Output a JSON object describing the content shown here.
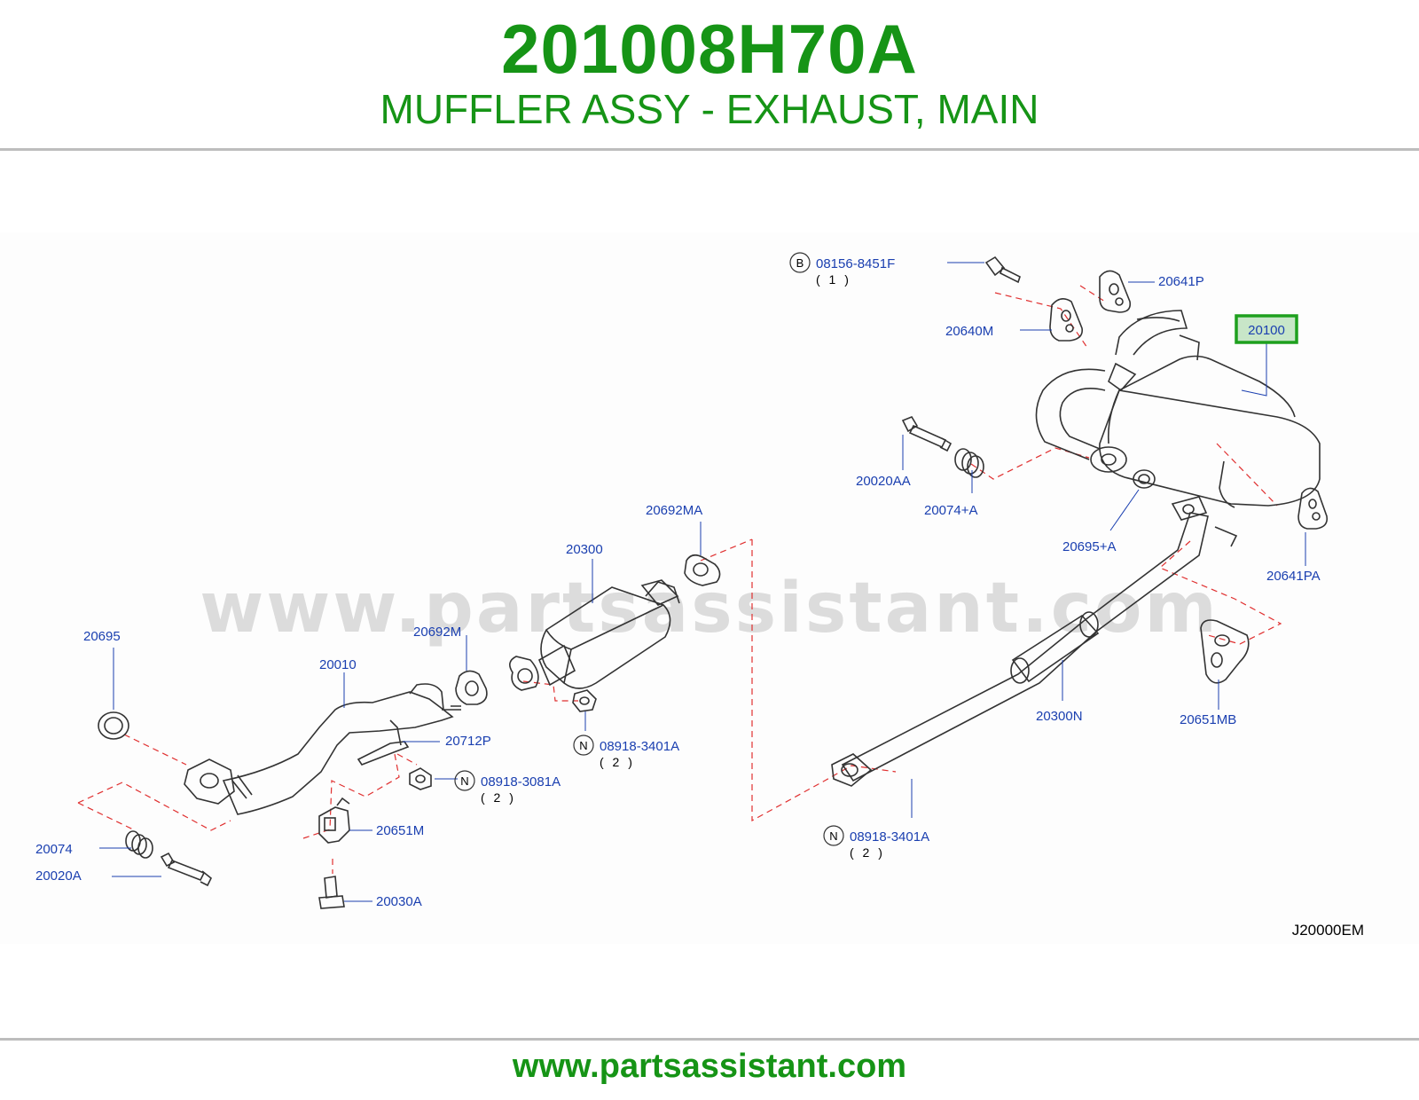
{
  "header": {
    "part_number": "201008H70A",
    "description": "MUFFLER ASSY - EXHAUST, MAIN"
  },
  "footer": {
    "url": "www.partsassistant.com"
  },
  "watermark": "www.partsassistant.com",
  "diagram_code": "J20000EM",
  "colors": {
    "title_green": "#169416",
    "label_blue": "#1a3fb0",
    "highlight_green": "#1ea01e",
    "highlight_fill": "#c8e6c8",
    "dash_red": "#e03030"
  },
  "callouts": {
    "l_08156_8451F": {
      "marker": "B",
      "label": "08156-8451F",
      "qty": "( 1 )"
    },
    "l_20641P": "20641P",
    "l_20640M": "20640M",
    "l_20100": "20100",
    "l_20020AA": "20020AA",
    "l_20074A": "20074+A",
    "l_20695A": "20695+A",
    "l_20641PA": "20641PA",
    "l_20692MA": "20692MA",
    "l_20300": "20300",
    "l_20692M": "20692M",
    "l_20695": "20695",
    "l_20010": "20010",
    "l_20712P": "20712P",
    "l_08918_3401A_mid": {
      "marker": "N",
      "label": "08918-3401A",
      "qty": "( 2 )"
    },
    "l_08918_3081A": {
      "marker": "N",
      "label": "08918-3081A",
      "qty": "( 2 )"
    },
    "l_20300N": "20300N",
    "l_20651MB": "20651MB",
    "l_08918_3401A_low": {
      "marker": "N",
      "label": "08918-3401A",
      "qty": "( 2 )"
    },
    "l_20651M": "20651M",
    "l_20074": "20074",
    "l_20020A": "20020A",
    "l_20030A": "20030A"
  }
}
